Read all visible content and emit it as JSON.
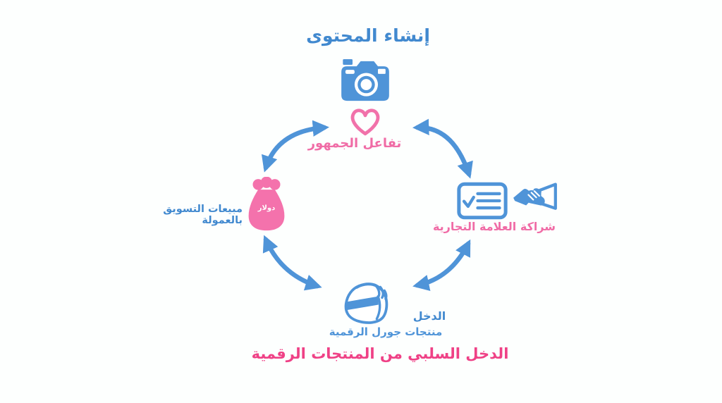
{
  "page": {
    "background": "#fdfffe"
  },
  "colors": {
    "blue_icon": "#4f94d8",
    "blue_text": "#4189cf",
    "pink_label": "#f06ca6",
    "pink_emphasis": "#ef4186",
    "pink_bag": "#f472ac",
    "white": "#ffffff"
  },
  "diagram": {
    "title": "إنشاء المحتوى",
    "cycle": {
      "content_creation": {
        "icon": "camera-icon"
      },
      "audience_engagement": {
        "label": "تفاعل الجمهور",
        "icon": "heart-icon"
      },
      "brand_partnership": {
        "label": "شراكة العلامة التجارية",
        "icons": "checklist-icon, handshake-icon"
      },
      "affiliate_marketing_sales": {
        "label": "مبيعات التسويق بالعمولة",
        "icon": "money-bag-icon",
        "bag_text": "دولار"
      },
      "income": {
        "label": "الدخل",
        "sublabel": "منتجات جورل الرقمية",
        "emphasis": "الدخل السلبي من المنتجات الرقمية",
        "icon": "wallet-icon"
      }
    },
    "arrows": "four bidirectional curved arrows forming a cycle"
  }
}
